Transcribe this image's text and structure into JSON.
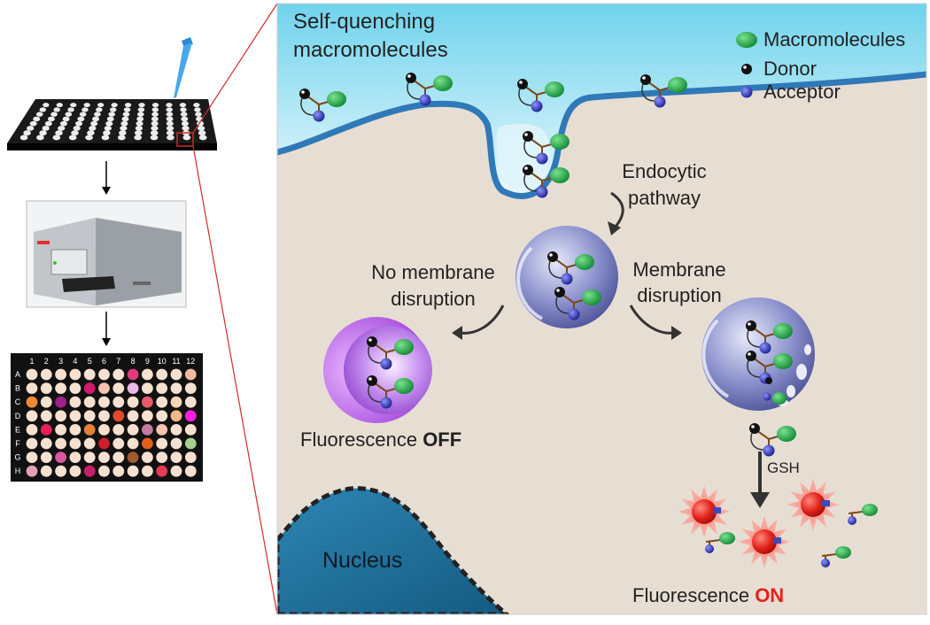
{
  "title_line1": "Self-quenching",
  "title_line2": "macromolecules",
  "legend": {
    "macromolecules": "Macromolecules",
    "donor": "Donor",
    "acceptor": "Acceptor",
    "macromolecules_color": "#1fa84a",
    "donor_color": "#111111",
    "acceptor_color": "#2a2fb5"
  },
  "pathway_line1": "Endocytic",
  "pathway_line2": "pathway",
  "no_disruption_line1": "No membrane",
  "no_disruption_line2": "disruption",
  "disruption_line1": "Membrane",
  "disruption_line2": "disruption",
  "fluor_off_prefix": "Fluorescence ",
  "fluor_off_state": "OFF",
  "fluor_on_prefix": "Fluorescence ",
  "fluor_on_state": "ON",
  "gsh": "GSH",
  "nucleus": "Nucleus",
  "plate_cols": [
    "1",
    "2",
    "3",
    "4",
    "5",
    "6",
    "7",
    "8",
    "9",
    "10",
    "11",
    "12"
  ],
  "plate_rows": [
    "A",
    "B",
    "C",
    "D",
    "E",
    "F",
    "G",
    "H"
  ],
  "colors": {
    "extracellular": "#8fdcef",
    "cytoplasm": "#e7ded3",
    "membrane": "#2f79b8",
    "nucleus": "#1f6f9a",
    "on_red": "#e3231b",
    "zoom_line": "#d22a2a"
  }
}
